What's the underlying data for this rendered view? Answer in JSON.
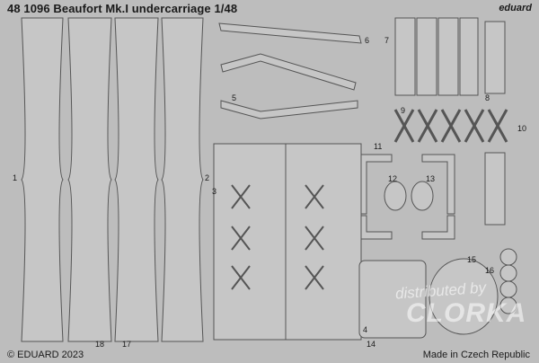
{
  "header": {
    "title": "48 1096   Beaufort Mk.I undercarriage 1/48",
    "brand": "eduard"
  },
  "footer": {
    "copyright": "© EDUARD 2023",
    "origin": "Made in Czech Republic"
  },
  "watermark": {
    "line1": "distributed by",
    "line2": "CLORKA"
  },
  "part_numbers": [
    "1",
    "2",
    "3",
    "4",
    "5",
    "6",
    "7",
    "8",
    "9",
    "10",
    "11",
    "12",
    "13",
    "14",
    "15",
    "16",
    "17",
    "18"
  ],
  "colors": {
    "fret": "#bdbdbd",
    "part": "#c8c8c8",
    "outline": "#555555",
    "text": "#1a1a1a"
  }
}
